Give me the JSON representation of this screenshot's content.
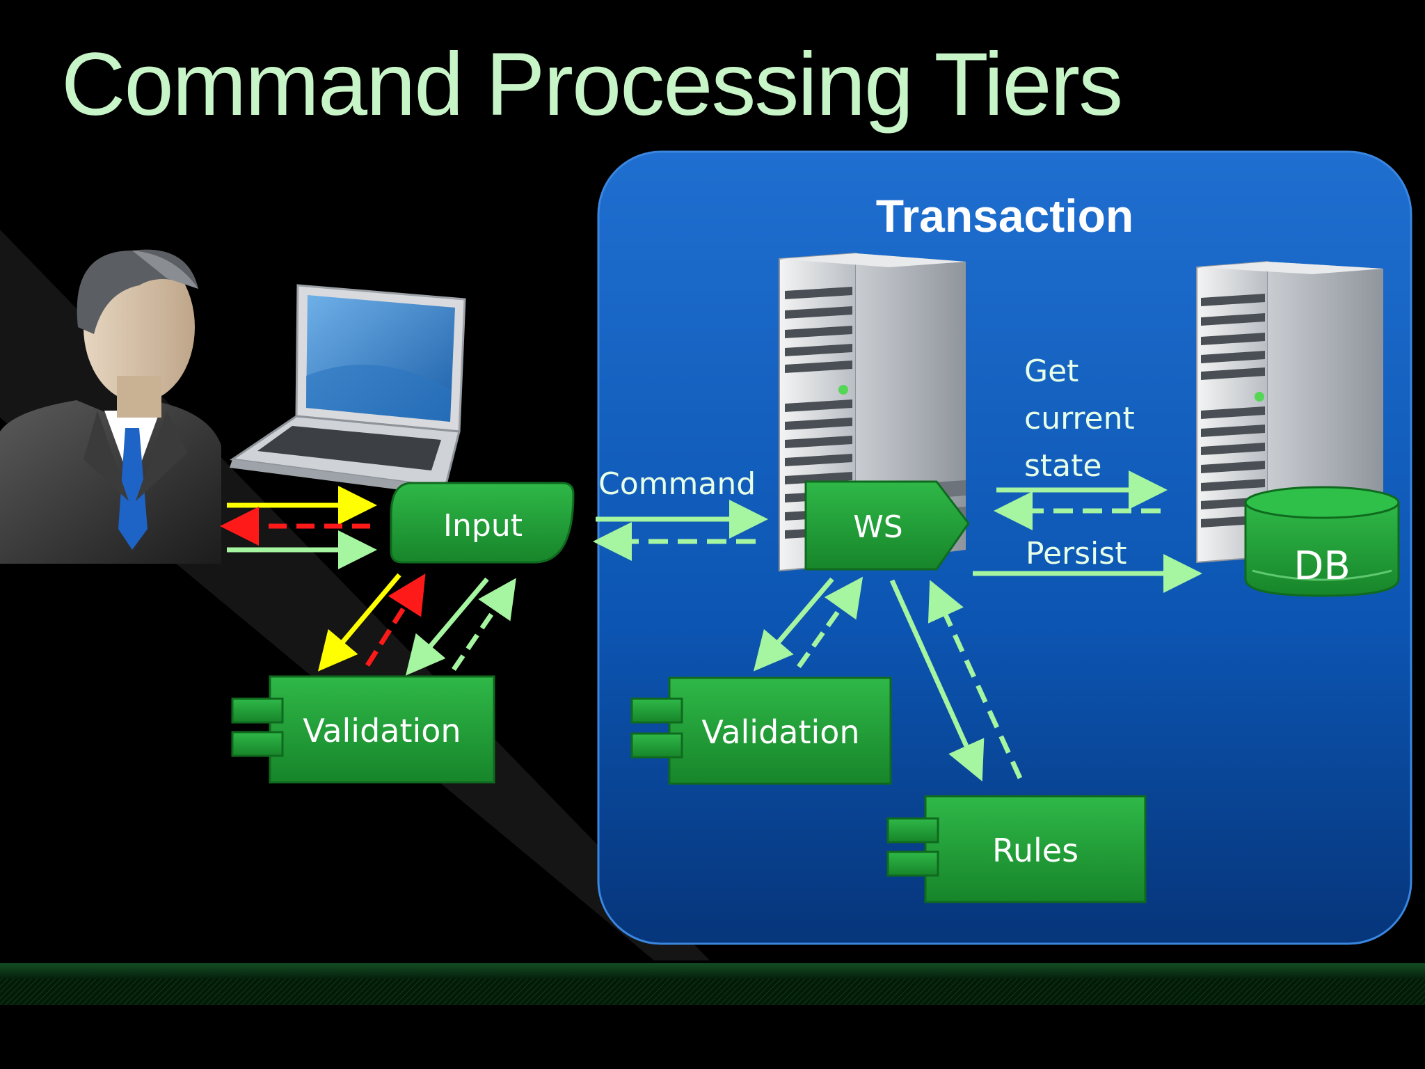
{
  "slide": {
    "title": "Command Processing Tiers",
    "colors": {
      "background": "#000000",
      "title": "#c8f5c8",
      "transaction_panel": "#0d58b8",
      "component_green": "#1f9a32",
      "arrow_green": "#a6f5a0",
      "arrow_yellow": "#ffff00",
      "arrow_red": "#ff1a1a",
      "footer_band": "#0d3b1a"
    }
  },
  "left_tier": {
    "user_icon": "business-user-icon",
    "laptop_icon": "laptop-icon",
    "input_label": "Input",
    "validation_label": "Validation"
  },
  "transaction": {
    "title": "Transaction",
    "server_icon": "server-tower-icon",
    "ws_label": "WS",
    "db_label": "DB",
    "validation_label": "Validation",
    "rules_label": "Rules",
    "command_label": "Command",
    "get_state_lines": [
      "Get",
      "current",
      "state"
    ],
    "persist_label": "Persist"
  }
}
